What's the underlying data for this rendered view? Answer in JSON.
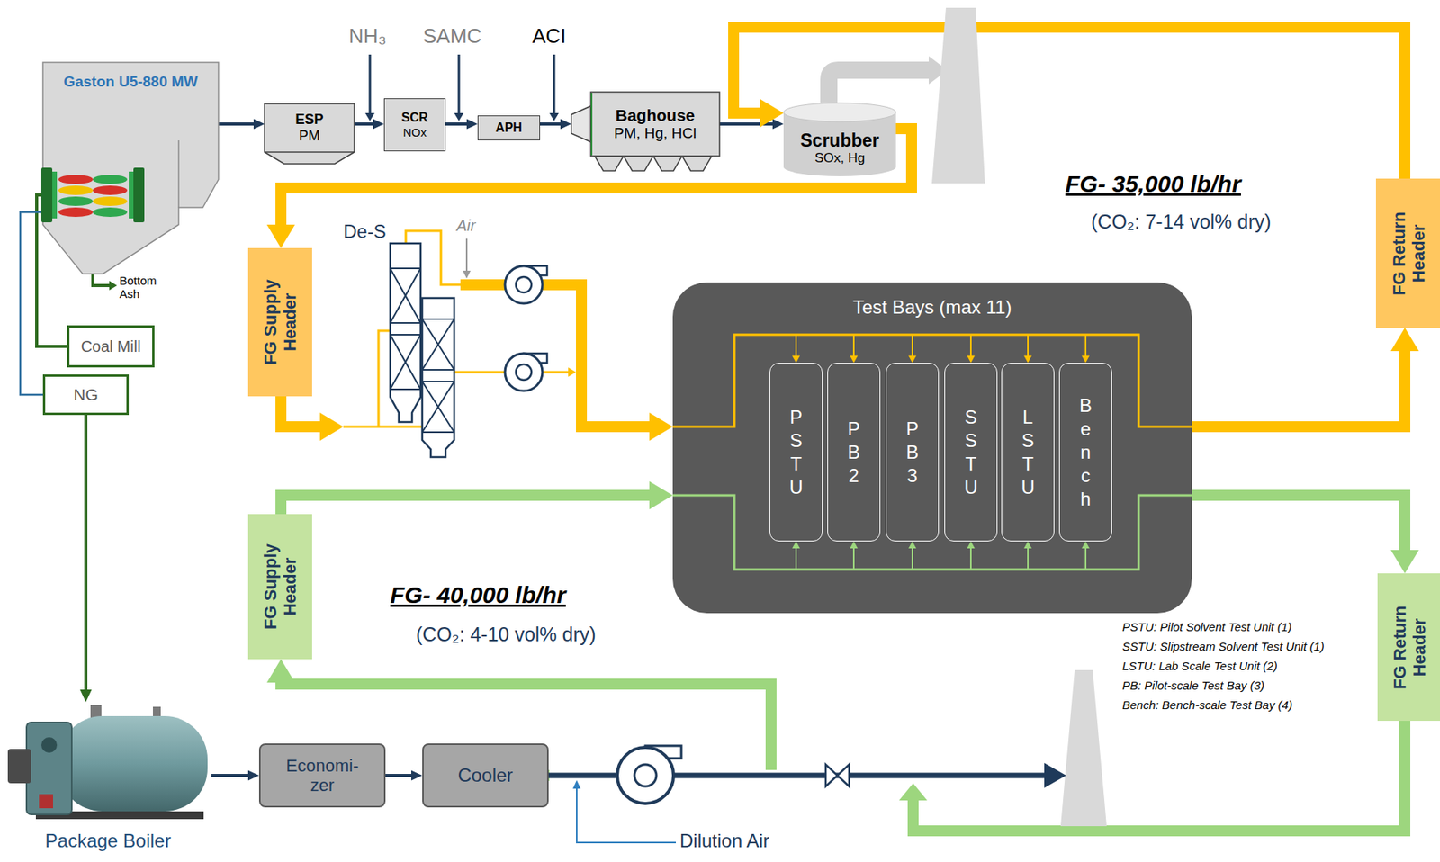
{
  "diagram": {
    "nodes": [
      {
        "text": [
          "Gaston U5-880 MW"
        ]
      },
      {
        "text": [
          "ESP",
          "PM"
        ]
      },
      {
        "text": [
          "SCR",
          "NOx"
        ]
      },
      {
        "text": [
          "APH"
        ]
      },
      {
        "text": [
          "Baghouse",
          "PM, Hg, HCl"
        ]
      },
      {
        "text": [
          "Scrubber",
          "SOx, Hg"
        ]
      },
      {
        "text": [
          "Coal Mill"
        ]
      },
      {
        "text": [
          "NG"
        ]
      },
      {
        "text": [
          "FG Supply Header"
        ]
      },
      {
        "text": [
          "De-S"
        ]
      },
      {
        "text": [
          "Test Bays (max 11)"
        ]
      },
      {
        "text": [
          "PSTU"
        ],
        "in": 10
      },
      {
        "text": [
          "PB2"
        ],
        "in": 10
      },
      {
        "text": [
          "PB3"
        ],
        "in": 10
      },
      {
        "text": [
          "SSTU"
        ],
        "in": 10
      },
      {
        "text": [
          "LSTU"
        ],
        "in": 10
      },
      {
        "text": [
          "Bench"
        ],
        "in": 10
      },
      {
        "text": [
          "FG Return Header"
        ]
      },
      {
        "text": [
          "FG Supply Header"
        ]
      },
      {
        "text": [
          "FG Return Header"
        ]
      },
      {
        "text": [
          "Package Boiler"
        ]
      },
      {
        "text": [
          "Economi- zer"
        ]
      },
      {
        "text": [
          "Cooler"
        ]
      }
    ],
    "edges": [
      {
        "from": 0,
        "to": 1,
        "arrow": "to"
      },
      {
        "from": 1,
        "to": 2,
        "arrow": "to"
      },
      {
        "from": 2,
        "to": 3,
        "arrow": "to"
      },
      {
        "from": 3,
        "to": 4,
        "arrow": "to"
      },
      {
        "from": 4,
        "to": 5,
        "arrow": "to"
      },
      {
        "from": 5,
        "to": 8,
        "arrow": "to"
      },
      {
        "from": 17,
        "to": 5,
        "arrow": "to"
      },
      {
        "from": 8,
        "to": 9,
        "arrow": "to"
      },
      {
        "from": 9,
        "to": 10,
        "arrow": "to"
      },
      {
        "from": 10,
        "to": 17,
        "arrow": "to"
      },
      {
        "from": 18,
        "to": 10,
        "arrow": "to"
      },
      {
        "from": 10,
        "to": 19,
        "arrow": "to"
      },
      {
        "from": 6,
        "to": 0,
        "arrow": "none"
      },
      {
        "from": 7,
        "to": 0,
        "arrow": "none"
      },
      {
        "from": 7,
        "to": 20,
        "arrow": "to"
      },
      {
        "from": 20,
        "to": 21,
        "arrow": "to"
      },
      {
        "from": 21,
        "to": 22,
        "arrow": "to"
      },
      {
        "from": 22,
        "to": 18,
        "arrow": "to"
      }
    ],
    "labels": [
      "NH₃",
      "SAMC",
      "ACI",
      "Bottom Ash",
      "Air",
      "FG- 35,000 lb/hr",
      "(CO₂: 7-14 vol% dry)",
      "FG- 40,000 lb/hr",
      "(CO₂: 4-10 vol% dry)",
      "Dilution Air",
      "PSTU: Pilot Solvent Test Unit (1)",
      "SSTU: Slipstream Solvent Test Unit (1)",
      "LSTU: Lab Scale Test Unit (2)",
      "PB: Pilot-scale Test Bay (3)",
      "Bench: Bench-scale Test Bay (4)"
    ]
  }
}
